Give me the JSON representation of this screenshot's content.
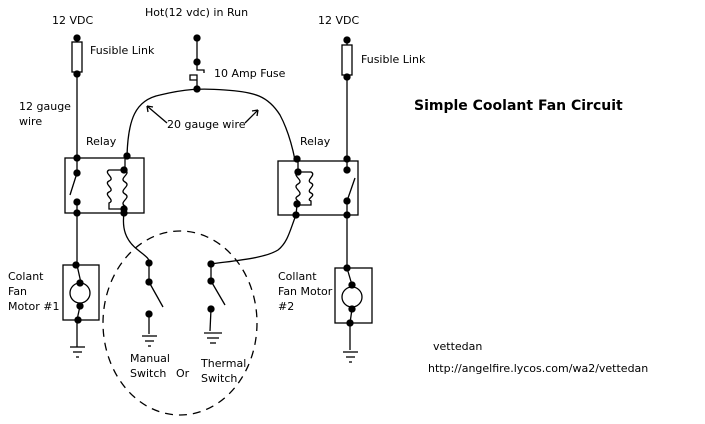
{
  "title": "Simple Coolant Fan Circuit",
  "labels": {
    "left_supply": "12 VDC",
    "right_supply": "12 VDC",
    "hot_in_run": "Hot(12 vdc) in Run",
    "left_fusible_link": "Fusible Link",
    "right_fusible_link": "Fusible Link",
    "fuse": "10 Amp Fuse",
    "gauge_12": "12 gauge\nwire",
    "gauge_20": "20 gauge wire",
    "left_relay": "Relay",
    "right_relay": "Relay",
    "motor_1": "Colant\nFan\nMotor #1",
    "motor_2": "Collant\nFan Motor\n#2",
    "manual_switch": "Manual\nSwitch",
    "or": "Or",
    "thermal_switch": "Thermal\nSwitch"
  },
  "author": "vettedan",
  "url": "http://angelfire.lycos.com/wa2/vettedan",
  "colors": {
    "line": "#000000",
    "background": "#ffffff"
  }
}
